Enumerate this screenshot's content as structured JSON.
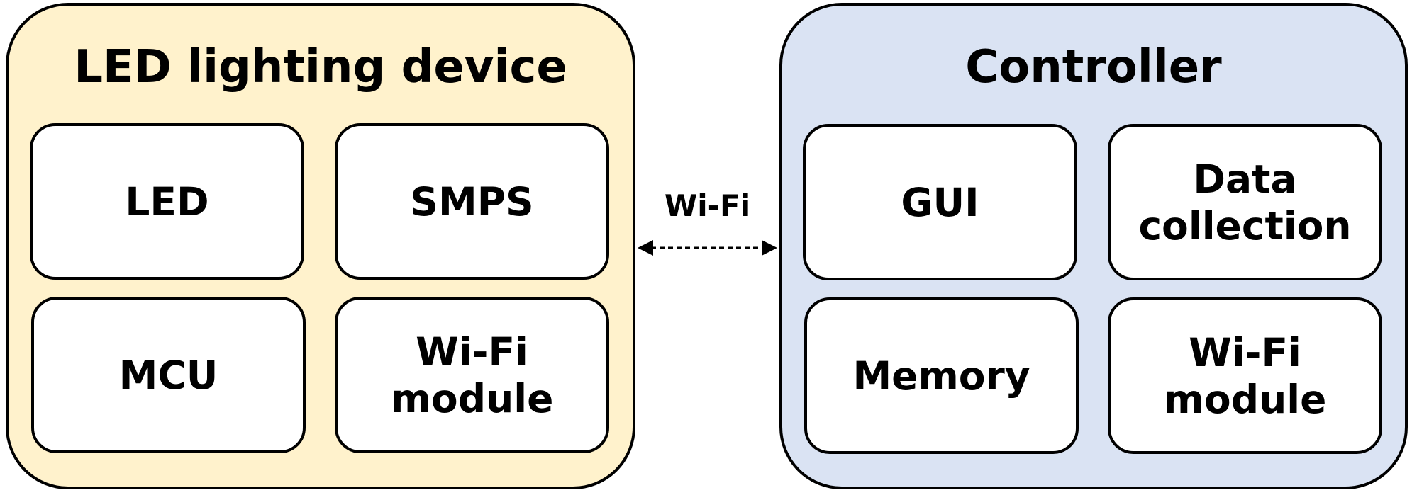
{
  "colors": {
    "left_group_fill": "#fff2cc",
    "right_group_fill": "#dae3f3",
    "box_fill": "#ffffff",
    "border": "#000000"
  },
  "led_device": {
    "title": "LED lighting device",
    "components": {
      "led": "LED",
      "smps": "SMPS",
      "mcu": "MCU",
      "wifi_module": "Wi-Fi\nmodule"
    }
  },
  "connection": {
    "label": "Wi-Fi",
    "style": "dashed",
    "direction": "bidirectional"
  },
  "controller": {
    "title": "Controller",
    "components": {
      "gui": "GUI",
      "data_collection": "Data\ncollection",
      "memory": "Memory",
      "wifi_module": "Wi-Fi\nmodule"
    }
  }
}
